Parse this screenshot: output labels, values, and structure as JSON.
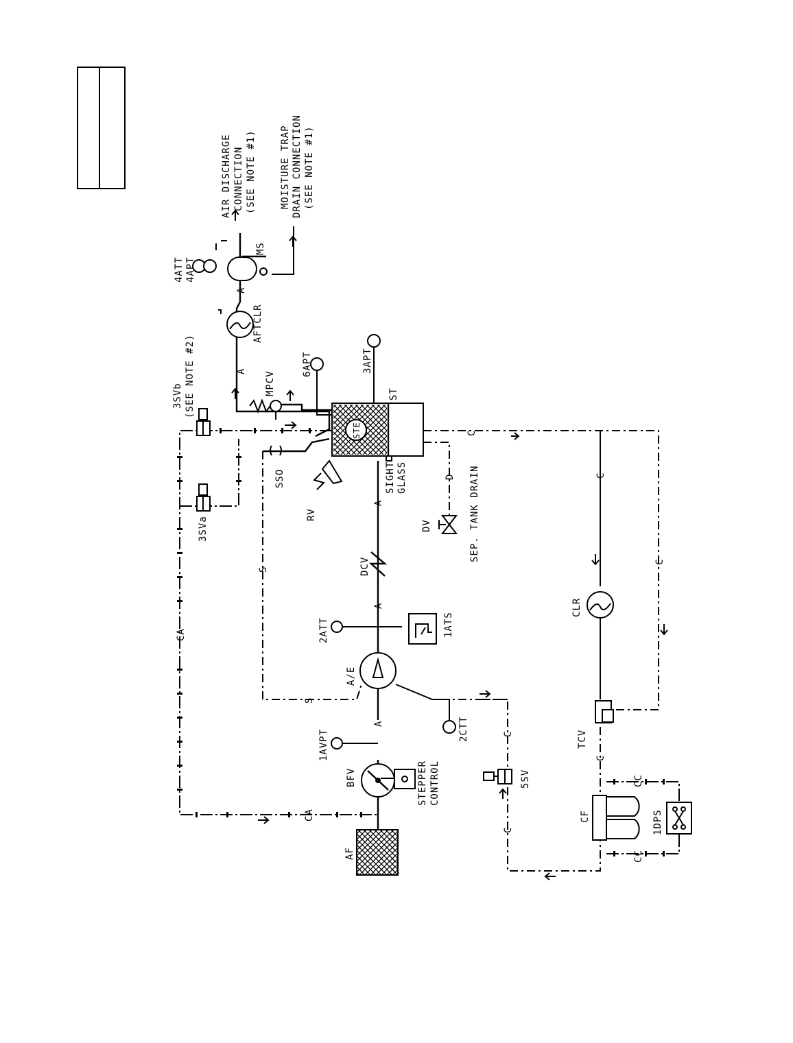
{
  "labels": {
    "air_discharge": [
      "AIR DISCHARGE",
      "CONNECTION",
      "(SEE NOTE #1)"
    ],
    "moisture_trap": [
      "MOISTURE TRAP",
      "DRAIN CONNECTION",
      "(SEE NOTE #1)"
    ],
    "att4": "4ATT",
    "apt4": "4APT",
    "ms": "MS",
    "aftclr": "AFTCLR",
    "sv3b": "3SVb",
    "sv3b_note": "(SEE NOTE #2)",
    "mpcv": "MPCV",
    "apt6": "6APT",
    "apt3": "3APT",
    "st": "ST",
    "ste": "STE",
    "sv3a": "3SVa",
    "sso": "SSO",
    "rv": "RV",
    "sight_glass": [
      "SIGHT",
      "GLASS"
    ],
    "dv": "DV",
    "sep_tank_drain": "SEP. TANK DRAIN",
    "dcv": "DCV",
    "att2": "2ATT",
    "ats1": "1ATS",
    "ae": "A/E",
    "ctt2": "2CTT",
    "avpt1": "1AVPT",
    "bfv": "BFV",
    "stepper_control": [
      "STEPPER",
      "CONTROL"
    ],
    "sv5": "5SV",
    "af": "AF",
    "cf": "CF",
    "dps1": "1DPS",
    "tcv": "TCV",
    "clr": "CLR"
  },
  "line_codes": {
    "a": "A",
    "c": "C",
    "ca": "CA",
    "s": "S",
    "d": "D",
    "cc": "CC"
  }
}
